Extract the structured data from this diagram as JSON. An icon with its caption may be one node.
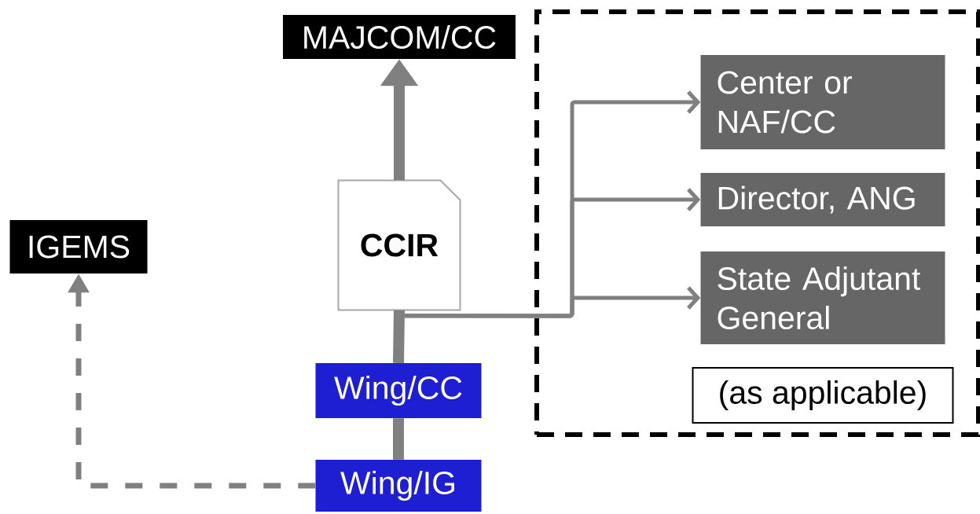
{
  "diagram": {
    "nodes": [
      {
        "text": [
          "MAJCOM/CC"
        ]
      },
      {
        "text": [],
        "shape": "box"
      },
      {
        "text": [
          "Center or NAF/CC"
        ],
        "in": 1
      },
      {
        "text": [
          "Director, ANG"
        ],
        "in": 1
      },
      {
        "text": [
          "State Adjutant General"
        ],
        "in": 1
      },
      {
        "text": [
          "(as applicable)"
        ],
        "in": 1
      },
      {
        "text": [
          "IGEMS"
        ]
      },
      {
        "text": [
          "CCIR"
        ]
      },
      {
        "text": [
          "Wing/CC"
        ]
      },
      {
        "text": [
          "Wing/IG"
        ]
      }
    ],
    "edges": [
      {
        "from": 7,
        "to": 0,
        "arrow": "to",
        "style": "thick"
      },
      {
        "from": 8,
        "to": 7,
        "arrow": "none",
        "style": "thick"
      },
      {
        "from": 9,
        "to": 8,
        "arrow": "none",
        "style": "thick"
      },
      {
        "from": 9,
        "to": 6,
        "arrow": "to",
        "style": "dashed"
      },
      {
        "from": 8,
        "to": 2,
        "arrow": "to"
      },
      {
        "from": 8,
        "to": 3,
        "arrow": "to"
      },
      {
        "from": 8,
        "to": 4,
        "arrow": "to"
      }
    ]
  }
}
